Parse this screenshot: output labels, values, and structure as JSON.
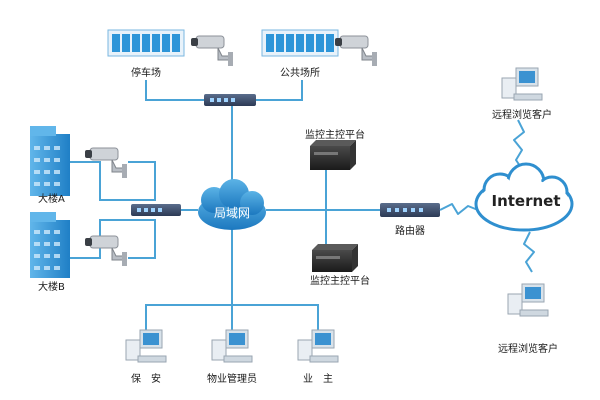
{
  "nodes": {
    "parking": "停车场",
    "public_place": "公共场所",
    "building_a": "大楼A",
    "building_b": "大楼B",
    "lan": "局域网",
    "monitor_top": "监控主控平台",
    "monitor_bottom": "监控主控平台",
    "router": "路由器",
    "internet": "Internet",
    "remote_top": "远程浏览客户",
    "remote_bottom": "远程浏览客户",
    "security": "保　安",
    "property_manager": "物业管理员",
    "owner": "业　主"
  },
  "colors": {
    "wire": "#4aa3d6",
    "cloud_fill": "#2f8fcf",
    "building": "#2d95d8",
    "server": "#2b2b2b"
  }
}
